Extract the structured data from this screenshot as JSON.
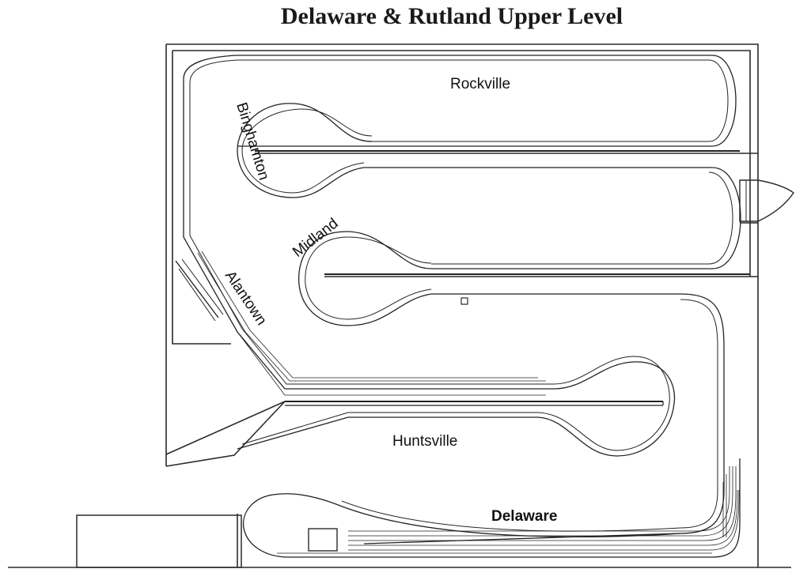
{
  "title": "Delaware & Rutland Upper Level",
  "stations": {
    "rockville": "Rockville",
    "binghamton": "Binghamton",
    "midland": "Midland",
    "alantown": "Alantown",
    "huntsville": "Huntsville",
    "delaware": "Delaware"
  }
}
